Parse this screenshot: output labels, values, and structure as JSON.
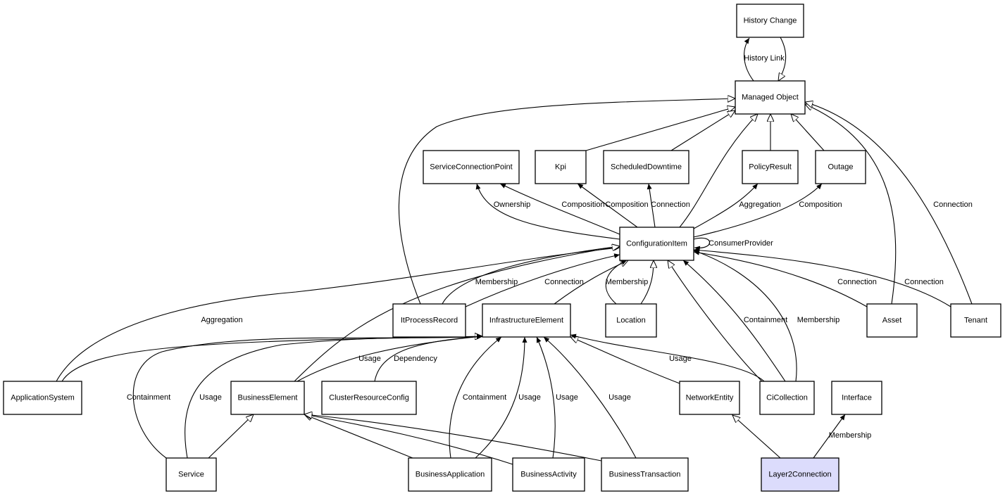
{
  "diagram": {
    "type": "uml-class-diagram",
    "colors": {
      "default_fill": "#ffffff",
      "highlight_fill": "#dcdcfc",
      "stroke": "#000000"
    },
    "nodes": [
      {
        "id": "history-change",
        "label": "History Change"
      },
      {
        "id": "managed-object",
        "label": "Managed Object"
      },
      {
        "id": "service-connection-point",
        "label": "ServiceConnectionPoint"
      },
      {
        "id": "kpi",
        "label": "Kpi"
      },
      {
        "id": "scheduled-downtime",
        "label": "ScheduledDowntime"
      },
      {
        "id": "policy-result",
        "label": "PolicyResult"
      },
      {
        "id": "outage",
        "label": "Outage"
      },
      {
        "id": "configuration-item",
        "label": "ConfigurationItem"
      },
      {
        "id": "it-process-record",
        "label": "ItProcessRecord"
      },
      {
        "id": "infrastructure-element",
        "label": "InfrastructureElement"
      },
      {
        "id": "location",
        "label": "Location"
      },
      {
        "id": "asset",
        "label": "Asset"
      },
      {
        "id": "tenant",
        "label": "Tenant"
      },
      {
        "id": "application-system",
        "label": "ApplicationSystem"
      },
      {
        "id": "business-element",
        "label": "BusinessElement"
      },
      {
        "id": "cluster-resource-config",
        "label": "ClusterResourceConfig"
      },
      {
        "id": "network-entity",
        "label": "NetworkEntity"
      },
      {
        "id": "ci-collection",
        "label": "CiCollection"
      },
      {
        "id": "interface",
        "label": "Interface"
      },
      {
        "id": "service",
        "label": "Service"
      },
      {
        "id": "business-application",
        "label": "BusinessApplication"
      },
      {
        "id": "business-activity",
        "label": "BusinessActivity"
      },
      {
        "id": "business-transaction",
        "label": "BusinessTransaction"
      },
      {
        "id": "layer2-connection",
        "label": "Layer2Connection",
        "highlighted": true
      }
    ],
    "edges": [
      {
        "from": "managed-object",
        "to": "history-change",
        "label": "History Link",
        "head": "filled-arrow"
      },
      {
        "from": "history-change",
        "to": "managed-object",
        "label": "",
        "head": "open-triangle"
      },
      {
        "from": "it-process-record",
        "to": "managed-object",
        "label": "",
        "head": "open-triangle"
      },
      {
        "from": "kpi",
        "to": "managed-object",
        "label": "",
        "head": "open-triangle"
      },
      {
        "from": "scheduled-downtime",
        "to": "managed-object",
        "label": "",
        "head": "open-triangle"
      },
      {
        "from": "configuration-item",
        "to": "managed-object",
        "label": "",
        "head": "open-triangle"
      },
      {
        "from": "policy-result",
        "to": "managed-object",
        "label": "",
        "head": "open-triangle"
      },
      {
        "from": "outage",
        "to": "managed-object",
        "label": "",
        "head": "open-triangle"
      },
      {
        "from": "asset",
        "to": "managed-object",
        "label": "",
        "head": "open-triangle"
      },
      {
        "from": "tenant",
        "to": "managed-object",
        "label": "Connection",
        "head": "open-triangle"
      },
      {
        "from": "configuration-item",
        "to": "service-connection-point",
        "label": "Ownership",
        "head": "filled-arrow"
      },
      {
        "from": "configuration-item",
        "to": "service-connection-point",
        "label": "Composition",
        "head": "filled-arrow"
      },
      {
        "from": "configuration-item",
        "to": "kpi",
        "label": "Composition",
        "head": "filled-arrow"
      },
      {
        "from": "configuration-item",
        "to": "scheduled-downtime",
        "label": "Connection",
        "head": "filled-arrow"
      },
      {
        "from": "configuration-item",
        "to": "policy-result",
        "label": "Aggregation",
        "head": "filled-arrow"
      },
      {
        "from": "configuration-item",
        "to": "outage",
        "label": "Composition",
        "head": "filled-arrow"
      },
      {
        "from": "configuration-item",
        "to": "configuration-item",
        "label": "ConsumerProvider",
        "head": "filled-arrow"
      },
      {
        "from": "application-system",
        "to": "configuration-item",
        "label": "Aggregation",
        "head": "filled-arrow"
      },
      {
        "from": "it-process-record",
        "to": "configuration-item",
        "label": "Membership",
        "head": "filled-arrow"
      },
      {
        "from": "it-process-record",
        "to": "configuration-item",
        "label": "Connection",
        "head": "filled-arrow"
      },
      {
        "from": "business-element",
        "to": "configuration-item",
        "label": "",
        "head": "open-triangle"
      },
      {
        "from": "infrastructure-element",
        "to": "configuration-item",
        "label": "",
        "head": "open-triangle"
      },
      {
        "from": "location",
        "to": "configuration-item",
        "label": "Membership",
        "head": "filled-arrow"
      },
      {
        "from": "location",
        "to": "configuration-item",
        "label": "",
        "head": "open-triangle"
      },
      {
        "from": "ci-collection",
        "to": "configuration-item",
        "label": "",
        "head": "open-triangle"
      },
      {
        "from": "ci-collection",
        "to": "configuration-item",
        "label": "Containment",
        "head": "filled-arrow"
      },
      {
        "from": "ci-collection",
        "to": "configuration-item",
        "label": "Membership",
        "head": "filled-arrow"
      },
      {
        "from": "asset",
        "to": "configuration-item",
        "label": "Connection",
        "head": "filled-arrow"
      },
      {
        "from": "tenant",
        "to": "configuration-item",
        "label": "Connection",
        "head": "filled-arrow"
      },
      {
        "from": "application-system",
        "to": "infrastructure-element",
        "label": "",
        "head": "open-triangle"
      },
      {
        "from": "service",
        "to": "infrastructure-element",
        "label": "Containment",
        "head": "filled-arrow"
      },
      {
        "from": "service",
        "to": "infrastructure-element",
        "label": "Usage",
        "head": "filled-arrow"
      },
      {
        "from": "business-element",
        "to": "infrastructure-element",
        "label": "Usage",
        "head": "filled-arrow"
      },
      {
        "from": "cluster-resource-config",
        "to": "infrastructure-element",
        "label": "Dependency",
        "head": "filled-arrow"
      },
      {
        "from": "business-application",
        "to": "infrastructure-element",
        "label": "Containment",
        "head": "filled-arrow"
      },
      {
        "from": "business-application",
        "to": "infrastructure-element",
        "label": "Usage",
        "head": "filled-arrow"
      },
      {
        "from": "business-activity",
        "to": "infrastructure-element",
        "label": "Usage",
        "head": "filled-arrow"
      },
      {
        "from": "business-transaction",
        "to": "infrastructure-element",
        "label": "Usage",
        "head": "filled-arrow"
      },
      {
        "from": "network-entity",
        "to": "infrastructure-element",
        "label": "",
        "head": "open-triangle"
      },
      {
        "from": "ci-collection",
        "to": "infrastructure-element",
        "label": "Usage",
        "head": "filled-arrow"
      },
      {
        "from": "service",
        "to": "business-element",
        "label": "",
        "head": "open-triangle"
      },
      {
        "from": "business-application",
        "to": "business-element",
        "label": "",
        "head": "open-triangle"
      },
      {
        "from": "business-activity",
        "to": "business-element",
        "label": "",
        "head": "open-triangle"
      },
      {
        "from": "business-transaction",
        "to": "business-element",
        "label": "",
        "head": "open-triangle"
      },
      {
        "from": "layer2-connection",
        "to": "network-entity",
        "label": "",
        "head": "open-triangle"
      },
      {
        "from": "layer2-connection",
        "to": "interface",
        "label": "Membership",
        "head": "filled-arrow"
      }
    ]
  }
}
